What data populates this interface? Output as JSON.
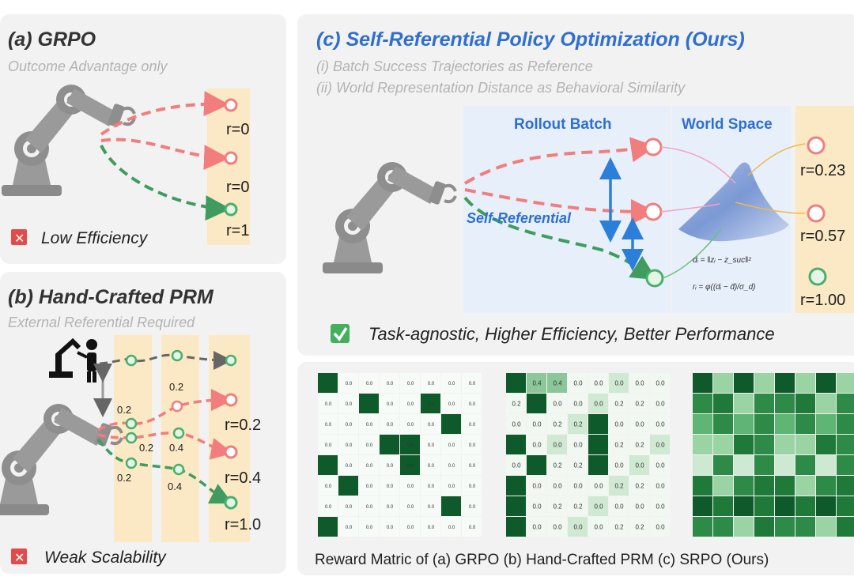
{
  "panel_a": {
    "title": "(a) GRPO",
    "subtitle": "Outcome Advantage only",
    "rewards": [
      "r=0",
      "r=0",
      "r=1"
    ],
    "verdict": "Low Efficiency"
  },
  "panel_b": {
    "title": "(b) Hand-Crafted PRM",
    "subtitle": "External Referential Required",
    "step_labels": [
      "0.2",
      "0.2",
      "0.2",
      "0.4",
      "0.2",
      "0.4"
    ],
    "rewards": [
      "r=0.2",
      "r=0.4",
      "r=1.0"
    ],
    "verdict": "Weak Scalability"
  },
  "panel_c": {
    "title": "(c) Self-Referential Policy Optimization (Ours)",
    "point_1": "(i) Batch Success Trajectories as Reference",
    "point_2": "(ii) World Representation Distance as Behavioral Similarity",
    "rollout_label": "Rollout Batch",
    "world_label": "World Space",
    "self_ref_label": "Self-Referential",
    "rewards": [
      "r=0.23",
      "r=0.57",
      "r=1.00"
    ],
    "verdict": "Task-agnostic, Higher Efficiency, Better Performance",
    "formula_1": "dᵢ = ‖zᵢ − z_suc‖²",
    "formula_2": "rᵢ = φ((dᵢ − d̄)/σ_d)"
  },
  "matrices": {
    "caption": "Reward Matric of (a) GRPO (b) Hand-Crafted PRM (c) SRPO (Ours)",
    "grpo_cell": "0.0",
    "prm_row0": [
      "0.4",
      "0.4",
      "0.0",
      "0.0",
      "0.0",
      "0.0"
    ],
    "prm_values_top": [
      "0.0",
      "0.0",
      "0.2",
      "0.2",
      "0.0",
      "0.0"
    ]
  },
  "colors": {
    "red": "#f27d7d",
    "green": "#4cae6e",
    "blue_title": "#2f6fd0",
    "panel_bg": "#f2f2f2",
    "reward_bg": "#fbe8c4",
    "rollout_bg": "#e6effa"
  }
}
